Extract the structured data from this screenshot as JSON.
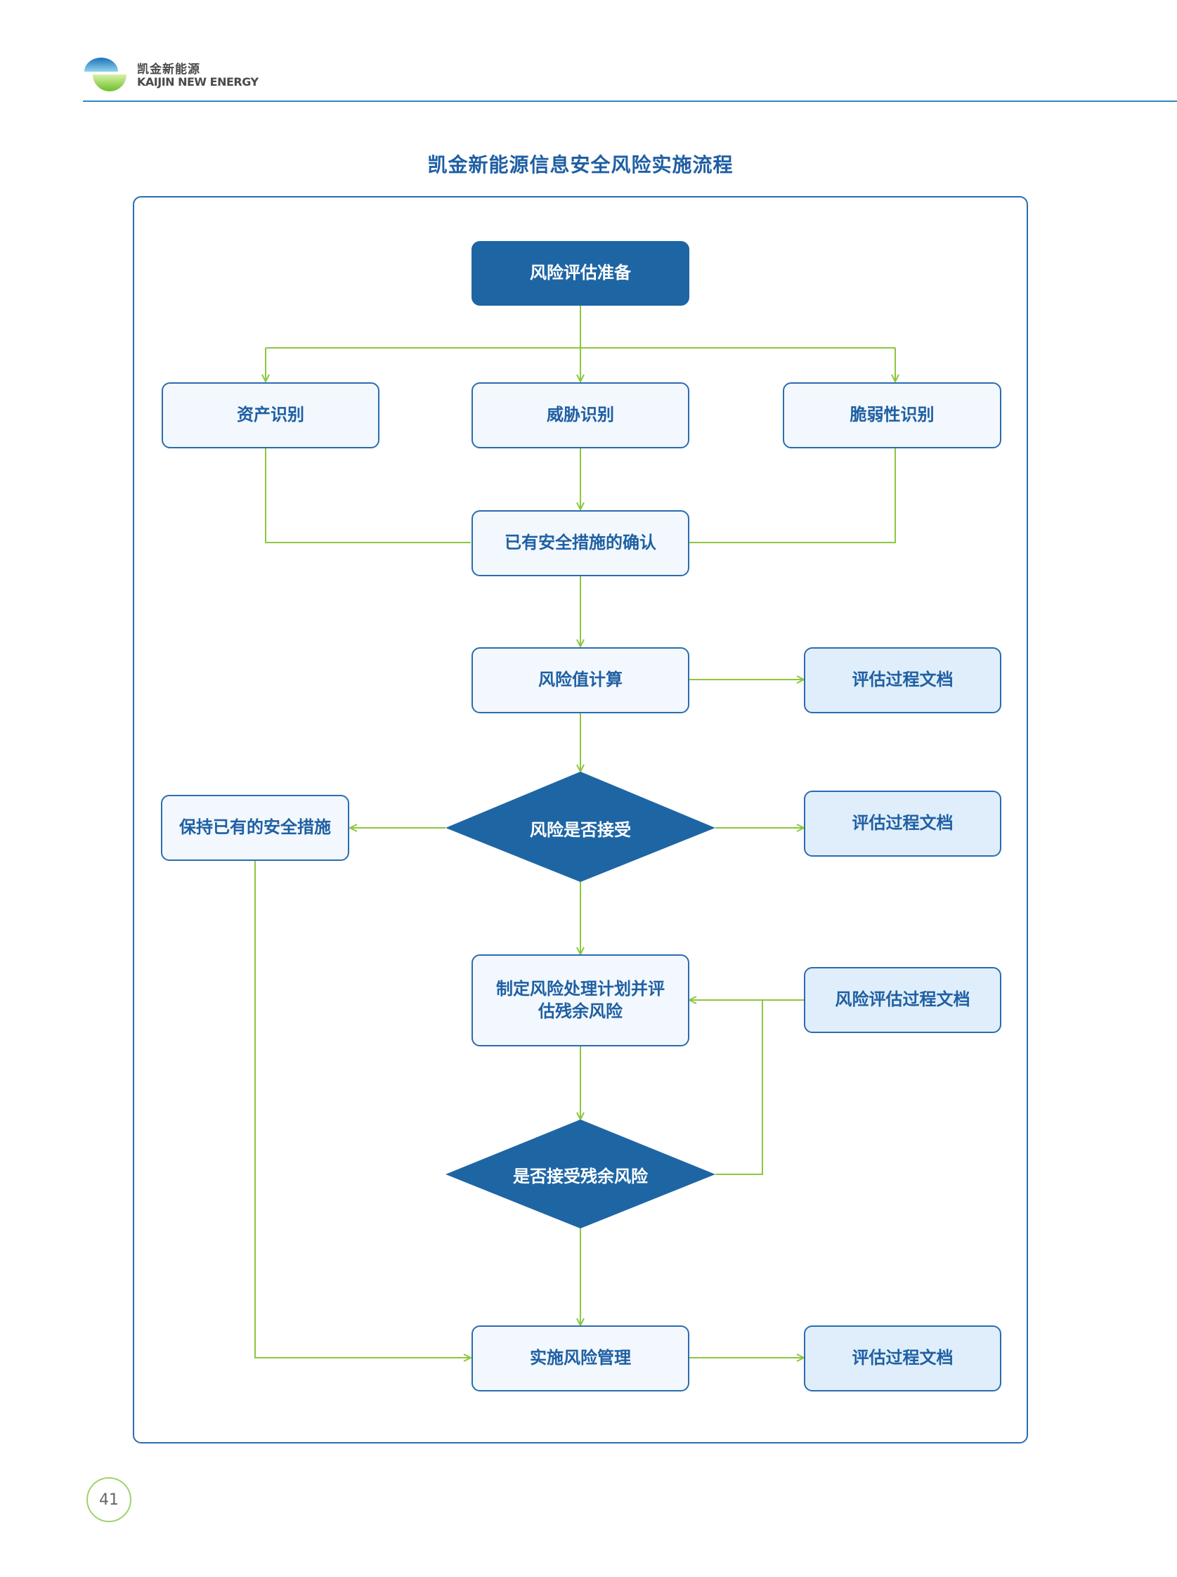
{
  "header": {
    "brand_cn": "凯金新能源",
    "brand_en": "KAIJIN NEW ENERGY"
  },
  "title": "凯金新能源信息安全风险实施流程",
  "nodes": {
    "prepare": "风险评估准备",
    "asset": "资产识别",
    "threat": "威胁识别",
    "vuln": "脆弱性识别",
    "confirm": "已有安全措施的确认",
    "calc": "风险值计算",
    "doc1": "评估过程文档",
    "accept": "风险是否接受",
    "keep": "保持已有的安全措施",
    "doc2": "评估过程文档",
    "plan_line1": "制定风险处理计划并评",
    "plan_line2": "估残余风险",
    "doc3": "风险评估过程文档",
    "residual": "是否接受残余风险",
    "implement": "实施风险管理",
    "doc4": "评估过程文档"
  },
  "colors": {
    "arrow": "#8dc63f",
    "border": "#2b6cb0",
    "dark_fill": "#1e65a4",
    "light_fill": "#f2f8fd",
    "doc_fill": "#dfeefa",
    "title": "#1f5fa3"
  },
  "page_number": "41"
}
